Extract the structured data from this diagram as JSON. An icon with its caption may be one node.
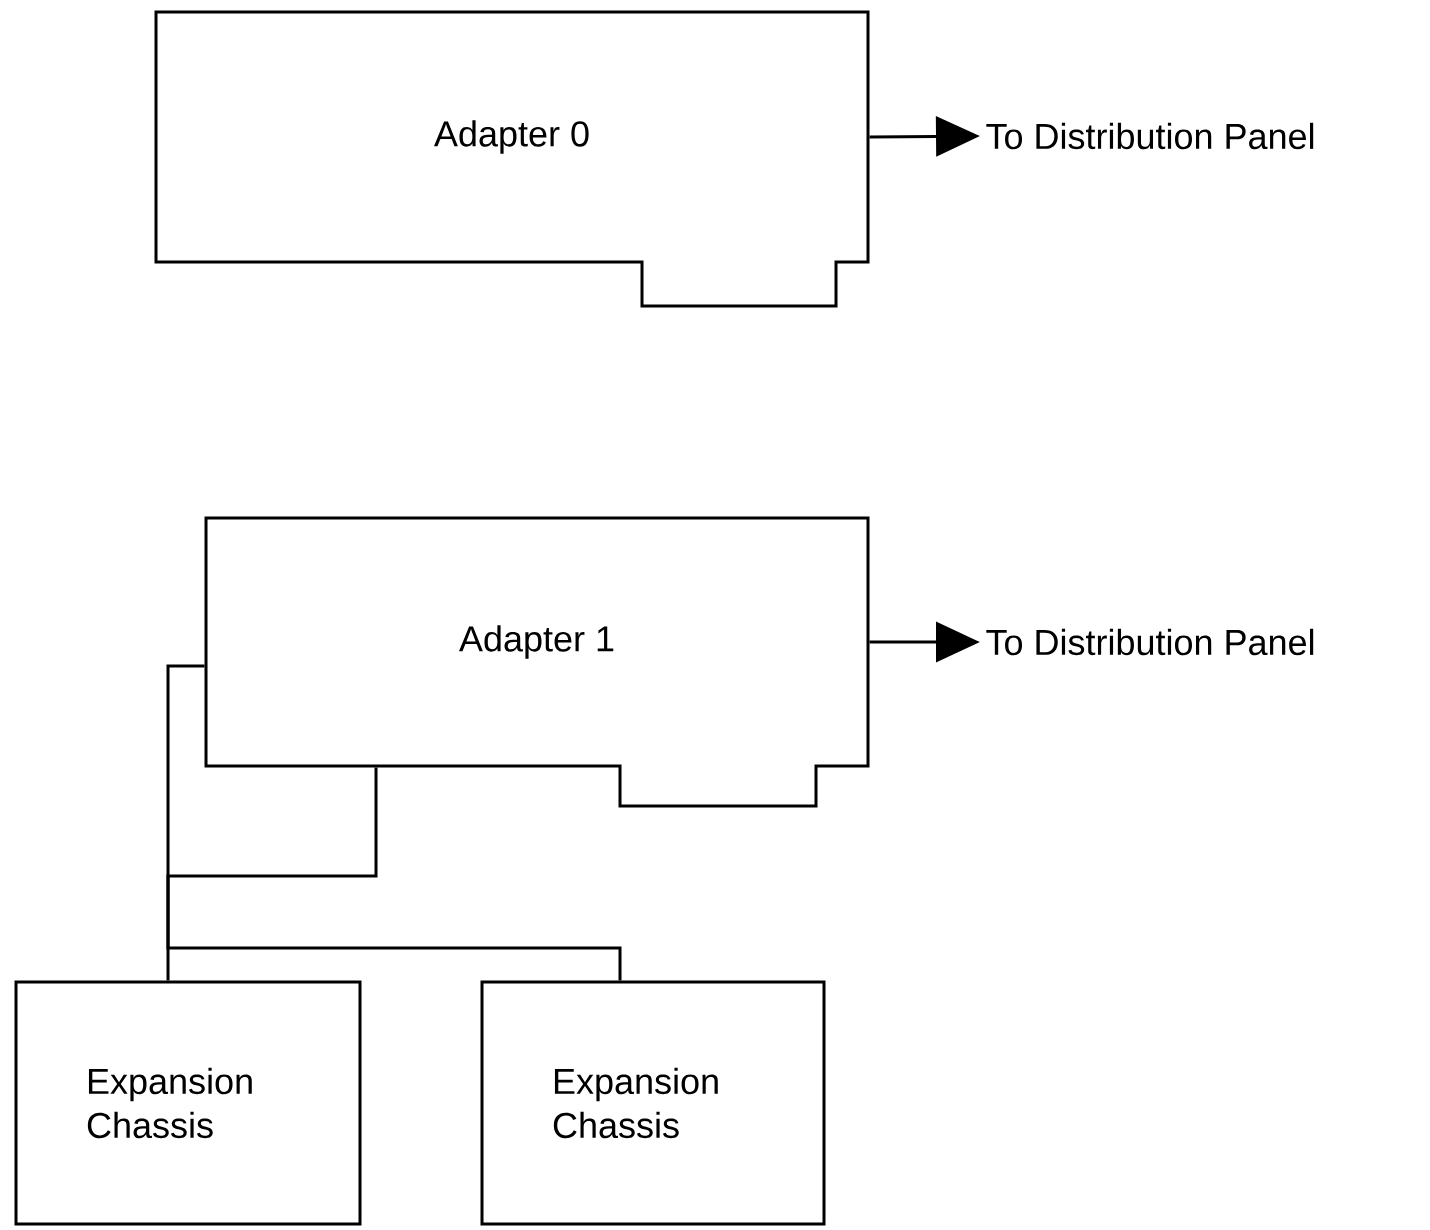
{
  "diagram": {
    "nodes": [
      {
        "text": [
          "Adapter 0"
        ]
      },
      {
        "text": [
          "To Distribution Panel"
        ]
      },
      {
        "text": [
          "Adapter 1"
        ]
      },
      {
        "text": [
          "To Distribution Panel"
        ]
      },
      {
        "text": [
          "Expansion Chassis"
        ]
      },
      {
        "text": [
          "Expansion Chassis"
        ]
      }
    ],
    "edges": [
      {
        "from": 0,
        "to": 1,
        "arrow": "to"
      },
      {
        "from": 2,
        "to": 3,
        "arrow": "to"
      },
      {
        "from": 2,
        "to": 4,
        "arrow": "none"
      },
      {
        "from": 2,
        "to": 5,
        "arrow": "none"
      }
    ]
  }
}
